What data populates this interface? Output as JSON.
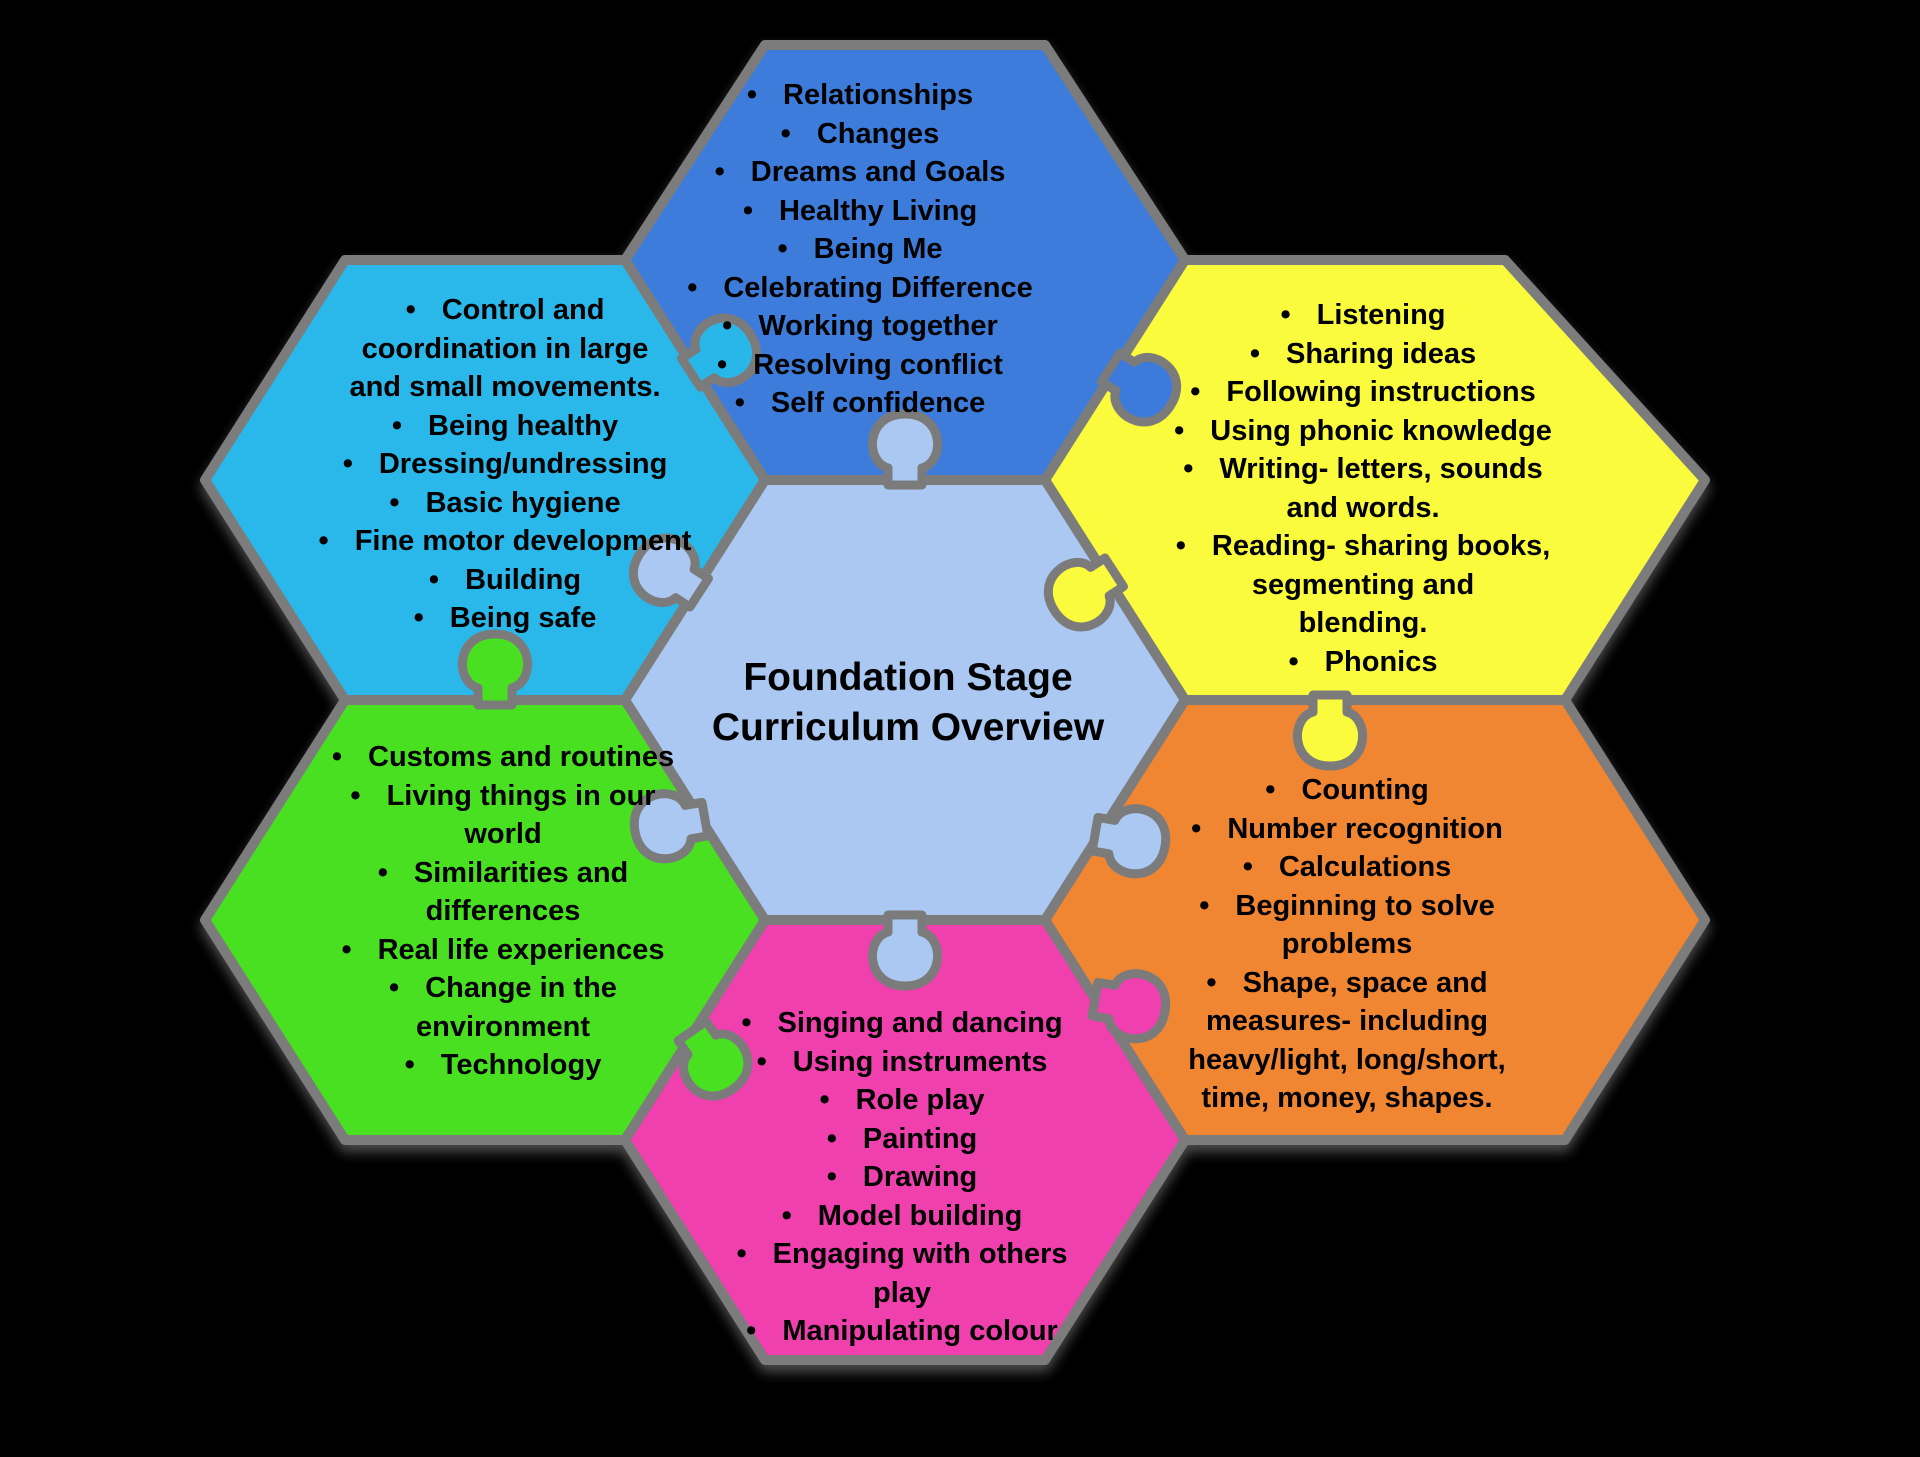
{
  "title": {
    "line1": "Foundation Stage",
    "line2": "Curriculum Overview"
  },
  "colors": {
    "background": "#000000",
    "border": "#7B7B7B",
    "text": "#000000",
    "center_blue": "#AAC8F1",
    "blue": "#3C7BDB",
    "cyan": "#29B7E9",
    "yellow": "#FBFB3D",
    "green": "#49E021",
    "orange": "#F08531",
    "pink": "#F03FAE"
  },
  "pieces": {
    "top": {
      "lines": [
        {
          "b": 1,
          "t": "Relationships"
        },
        {
          "b": 1,
          "t": "Changes"
        },
        {
          "b": 1,
          "t": "Dreams and Goals"
        },
        {
          "b": 1,
          "t": "Healthy Living"
        },
        {
          "b": 1,
          "t": "Being Me"
        },
        {
          "b": 1,
          "t": "Celebrating Difference"
        },
        {
          "b": 1,
          "t": "Working together"
        },
        {
          "b": 1,
          "t": "Resolving conflict"
        },
        {
          "b": 1,
          "t": "Self confidence"
        }
      ]
    },
    "top_left": {
      "lines": [
        {
          "b": 1,
          "t": "Control and"
        },
        {
          "b": 0,
          "t": "coordination in large"
        },
        {
          "b": 0,
          "t": "and small movements."
        },
        {
          "b": 1,
          "t": "Being healthy"
        },
        {
          "b": 1,
          "t": "Dressing/undressing"
        },
        {
          "b": 1,
          "t": "Basic hygiene"
        },
        {
          "b": 1,
          "t": "Fine motor development"
        },
        {
          "b": 1,
          "t": "Building"
        },
        {
          "b": 1,
          "t": "Being safe"
        }
      ]
    },
    "top_right": {
      "lines": [
        {
          "b": 1,
          "t": "Listening"
        },
        {
          "b": 1,
          "t": "Sharing ideas"
        },
        {
          "b": 1,
          "t": "Following instructions"
        },
        {
          "b": 1,
          "t": "Using phonic knowledge"
        },
        {
          "b": 1,
          "t": "Writing- letters, sounds"
        },
        {
          "b": 0,
          "t": "and words."
        },
        {
          "b": 1,
          "t": "Reading- sharing books,"
        },
        {
          "b": 0,
          "t": "segmenting and"
        },
        {
          "b": 0,
          "t": "blending."
        },
        {
          "b": 1,
          "t": "Phonics"
        }
      ]
    },
    "bottom_left": {
      "lines": [
        {
          "b": 1,
          "t": "Customs and routines"
        },
        {
          "b": 1,
          "t": "Living things in our"
        },
        {
          "b": 0,
          "t": "world"
        },
        {
          "b": 1,
          "t": "Similarities and"
        },
        {
          "b": 0,
          "t": "differences"
        },
        {
          "b": 1,
          "t": "Real life experiences"
        },
        {
          "b": 1,
          "t": "Change in the"
        },
        {
          "b": 0,
          "t": "environment"
        },
        {
          "b": 1,
          "t": "Technology"
        }
      ]
    },
    "bottom_right": {
      "lines": [
        {
          "b": 1,
          "t": "Counting"
        },
        {
          "b": 1,
          "t": "Number recognition"
        },
        {
          "b": 1,
          "t": "Calculations"
        },
        {
          "b": 1,
          "t": "Beginning to solve"
        },
        {
          "b": 0,
          "t": "problems"
        },
        {
          "b": 1,
          "t": "Shape, space and"
        },
        {
          "b": 0,
          "t": "measures- including"
        },
        {
          "b": 0,
          "t": "heavy/light, long/short,"
        },
        {
          "b": 0,
          "t": "time, money, shapes."
        }
      ]
    },
    "bottom": {
      "lines": [
        {
          "b": 1,
          "t": "Singing and dancing"
        },
        {
          "b": 1,
          "t": "Using instruments"
        },
        {
          "b": 1,
          "t": "Role play"
        },
        {
          "b": 1,
          "t": "Painting"
        },
        {
          "b": 1,
          "t": "Drawing"
        },
        {
          "b": 1,
          "t": "Model building"
        },
        {
          "b": 1,
          "t": "Engaging with others"
        },
        {
          "b": 0,
          "t": "play"
        },
        {
          "b": 1,
          "t": "Manipulating colour"
        }
      ]
    }
  }
}
